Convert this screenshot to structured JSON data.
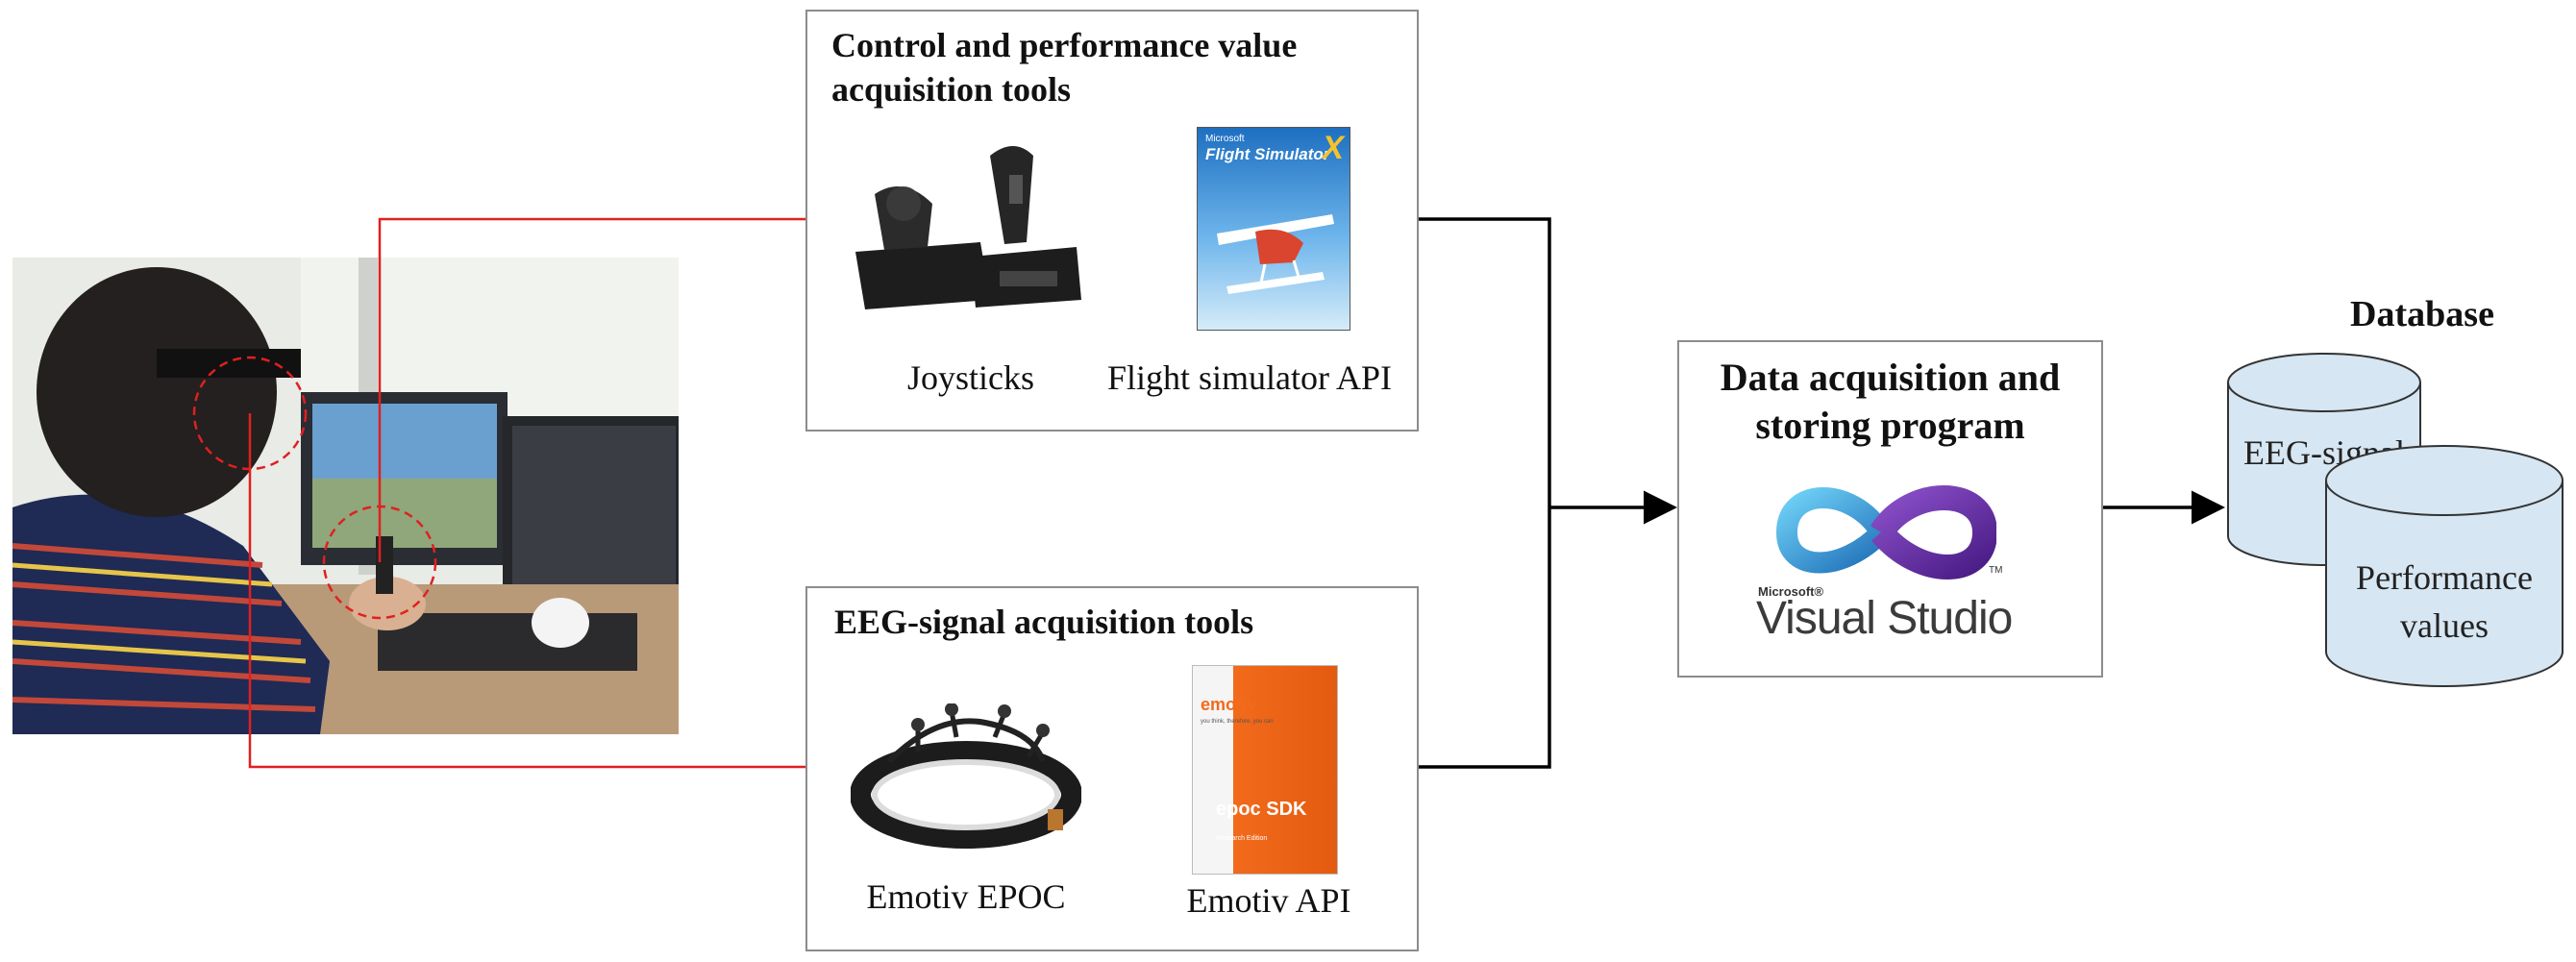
{
  "boxes": {
    "control": {
      "title_line1": "Control and performance value",
      "title_line2": "acquisition tools",
      "item_left": "Joysticks",
      "item_right": "Flight simulator API",
      "software_cover": {
        "brand_small": "Microsoft",
        "title": "Flight Simulator",
        "edition_mark": "X"
      }
    },
    "eeg": {
      "title": "EEG-signal acquisition tools",
      "item_left": "Emotiv EPOC",
      "item_right": "Emotiv API",
      "software_box": {
        "brand": "emotiv",
        "tagline": "you think, therefore, you can",
        "product": "epoc SDK",
        "edition": "Research Edition"
      }
    },
    "program": {
      "title_line1": "Data acquisition and",
      "title_line2": "storing program",
      "logo_brand": "Microsoft®",
      "logo_product": "Visual Studio",
      "logo_tm": "TM"
    }
  },
  "database": {
    "title": "Database",
    "cylinder_back": "EEG-signal",
    "cylinder_front_line1": "Performance",
    "cylinder_front_line2": "values"
  },
  "colors": {
    "connector_red": "#e02020",
    "arrow_black": "#000000",
    "box_border": "#8c8c8c",
    "cylinder_fill": "#d6e6f2",
    "cylinder_stroke": "#333333",
    "emotiv_orange": "#f26a1b",
    "vs_purple": "#6a2c9e"
  }
}
